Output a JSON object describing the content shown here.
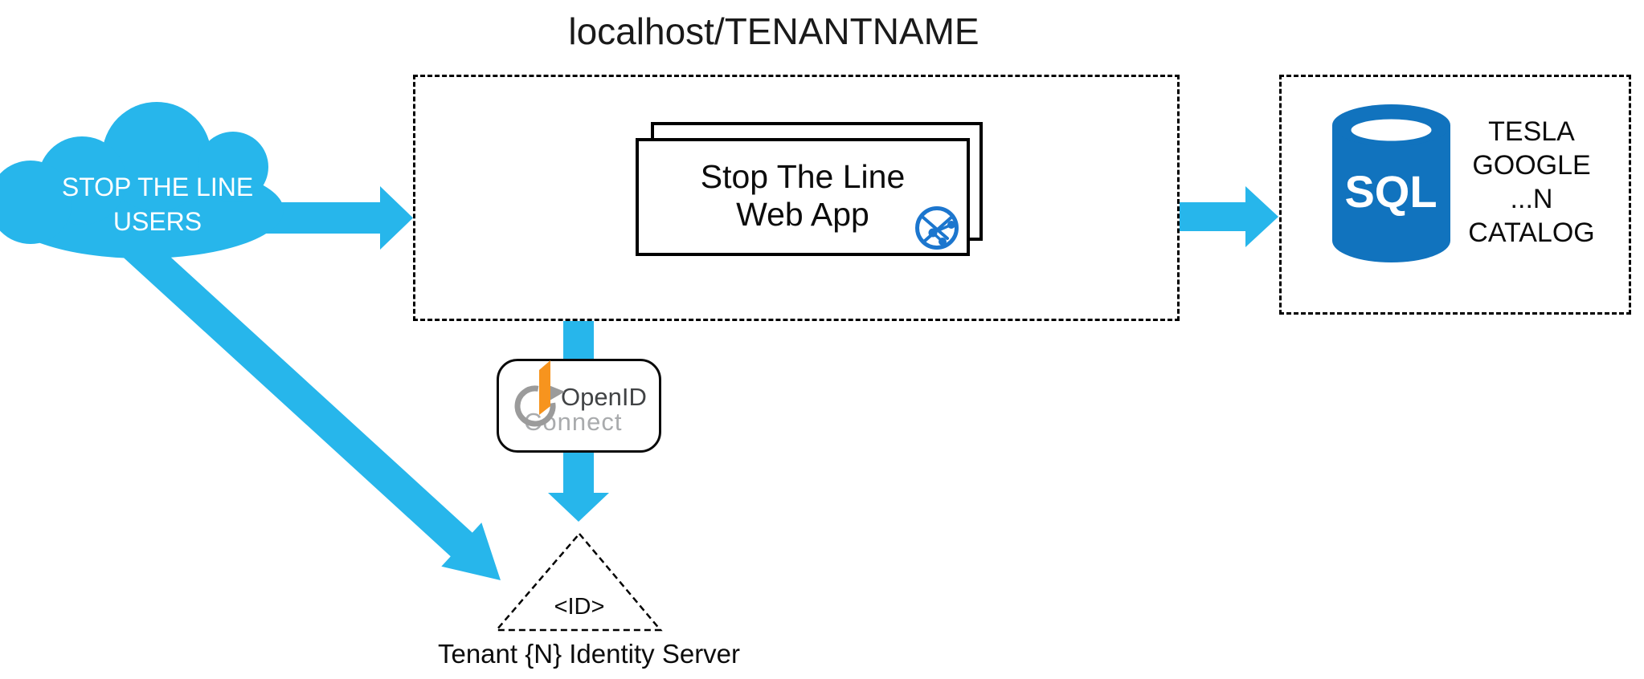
{
  "title": "localhost/TENANTNAME",
  "colors": {
    "arrow_blue": "#27B6EB",
    "sql_blue": "#1173BE",
    "globe_blue": "#1C76CE",
    "openid_orange": "#F7941E",
    "openid_gray": "#9B9B9B"
  },
  "cloud": {
    "lines": [
      "STOP THE LINE",
      "USERS"
    ]
  },
  "web_app": {
    "lines": [
      "Stop The Line",
      "Web App"
    ]
  },
  "sql": {
    "label": "SQL",
    "catalog_lines": [
      "TESLA",
      "GOOGLE",
      "...N",
      "CATALOG"
    ]
  },
  "openid": {
    "brand": "OpenID",
    "subbrand": "Connect"
  },
  "identity_server": {
    "triangle_label": "<ID>",
    "caption": "Tenant {N} Identity Server"
  }
}
